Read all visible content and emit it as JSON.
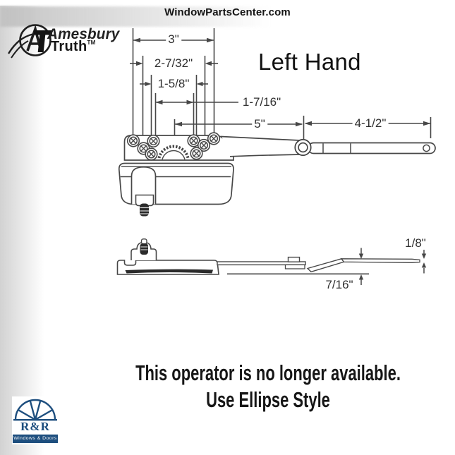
{
  "header": {
    "site": "WindowPartsCenter.com"
  },
  "brand": {
    "name_top": "Amesbury",
    "name_bottom": "Truth",
    "trademark": "TM"
  },
  "title": "Left Hand",
  "top_view": {
    "dims": {
      "three_in": "3\"",
      "two_7_32": "2-7/32\"",
      "one_5_8": "1-5/8\"",
      "one_7_16": "1-7/16\"",
      "five_in": "5\"",
      "four_1_2": "4-1/2\""
    }
  },
  "side_view": {
    "dims": {
      "one_8": "1/8\"",
      "seven_16": "7/16\""
    }
  },
  "notice": {
    "line1": "This operator is no longer available.",
    "line2": "Use Ellipse Style"
  },
  "footer_logo": {
    "initials": "R&R",
    "tagline": "Windows & Doors",
    "brand_color": "#1d4e7e"
  }
}
